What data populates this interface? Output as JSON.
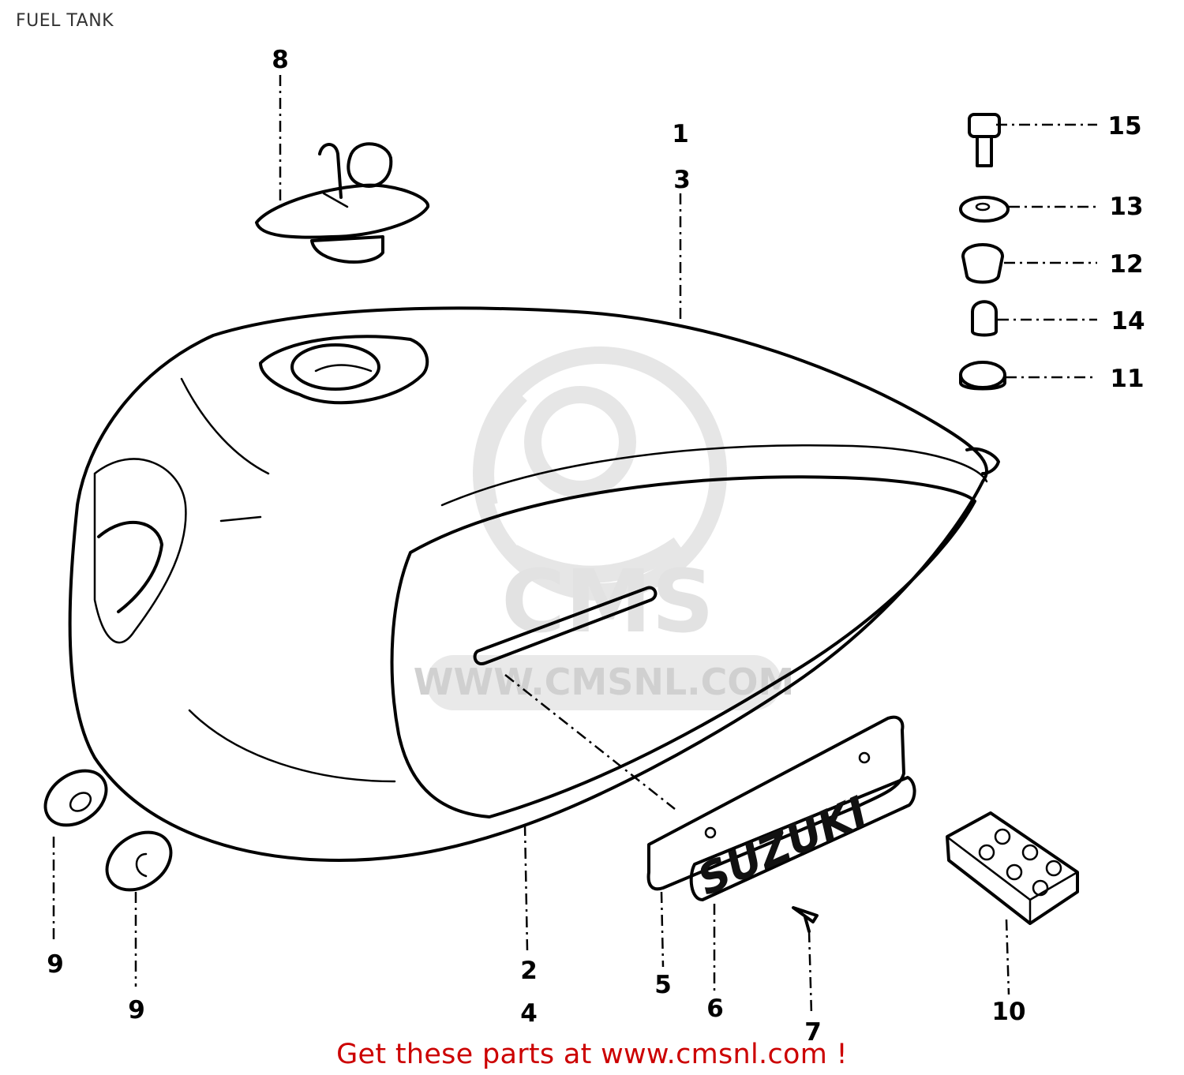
{
  "page": {
    "title": "FUEL TANK"
  },
  "watermark": {
    "logo_text": "CMS",
    "url_text": "WWW.CMSNL.COM"
  },
  "callouts": [
    {
      "id": "c1",
      "label": "1"
    },
    {
      "id": "c3",
      "label": "3"
    },
    {
      "id": "c8",
      "label": "8"
    },
    {
      "id": "c15",
      "label": "15"
    },
    {
      "id": "c13",
      "label": "13"
    },
    {
      "id": "c12",
      "label": "12"
    },
    {
      "id": "c14",
      "label": "14"
    },
    {
      "id": "c11",
      "label": "11"
    },
    {
      "id": "c2",
      "label": "2"
    },
    {
      "id": "c4",
      "label": "4"
    },
    {
      "id": "c5",
      "label": "5"
    },
    {
      "id": "c6",
      "label": "6"
    },
    {
      "id": "c7",
      "label": "7"
    },
    {
      "id": "c9a",
      "label": "9"
    },
    {
      "id": "c9b",
      "label": "9"
    },
    {
      "id": "c10",
      "label": "10"
    }
  ],
  "footer": {
    "cta": "Get these parts at www.cmsnl.com !",
    "color": "#cc0000"
  }
}
